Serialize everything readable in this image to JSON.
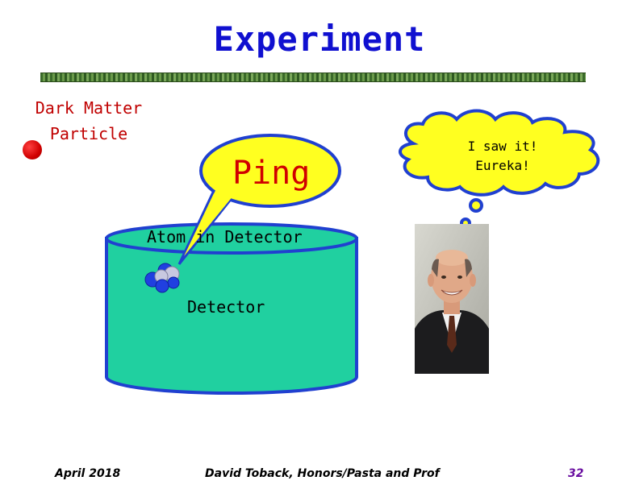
{
  "slide": {
    "title": "Experiment",
    "particle_label_line1": "Dark Matter",
    "particle_label_line2": "Particle",
    "ping_text": "Ping",
    "thought_line1": "I saw it!",
    "thought_line2": "Eureka!",
    "atom_label": "Atom in Detector",
    "detector_label": "Detector"
  },
  "footer": {
    "date": "April 2018",
    "author": "David Toback, Honors/Pasta and Prof",
    "page": "32"
  },
  "colors": {
    "title": "#1010d0",
    "label_red": "#c00000",
    "detector_fill": "#20d0a0",
    "detector_edge": "#2040d0",
    "bubble_fill": "#ffff20",
    "bubble_edge": "#2040d0"
  }
}
